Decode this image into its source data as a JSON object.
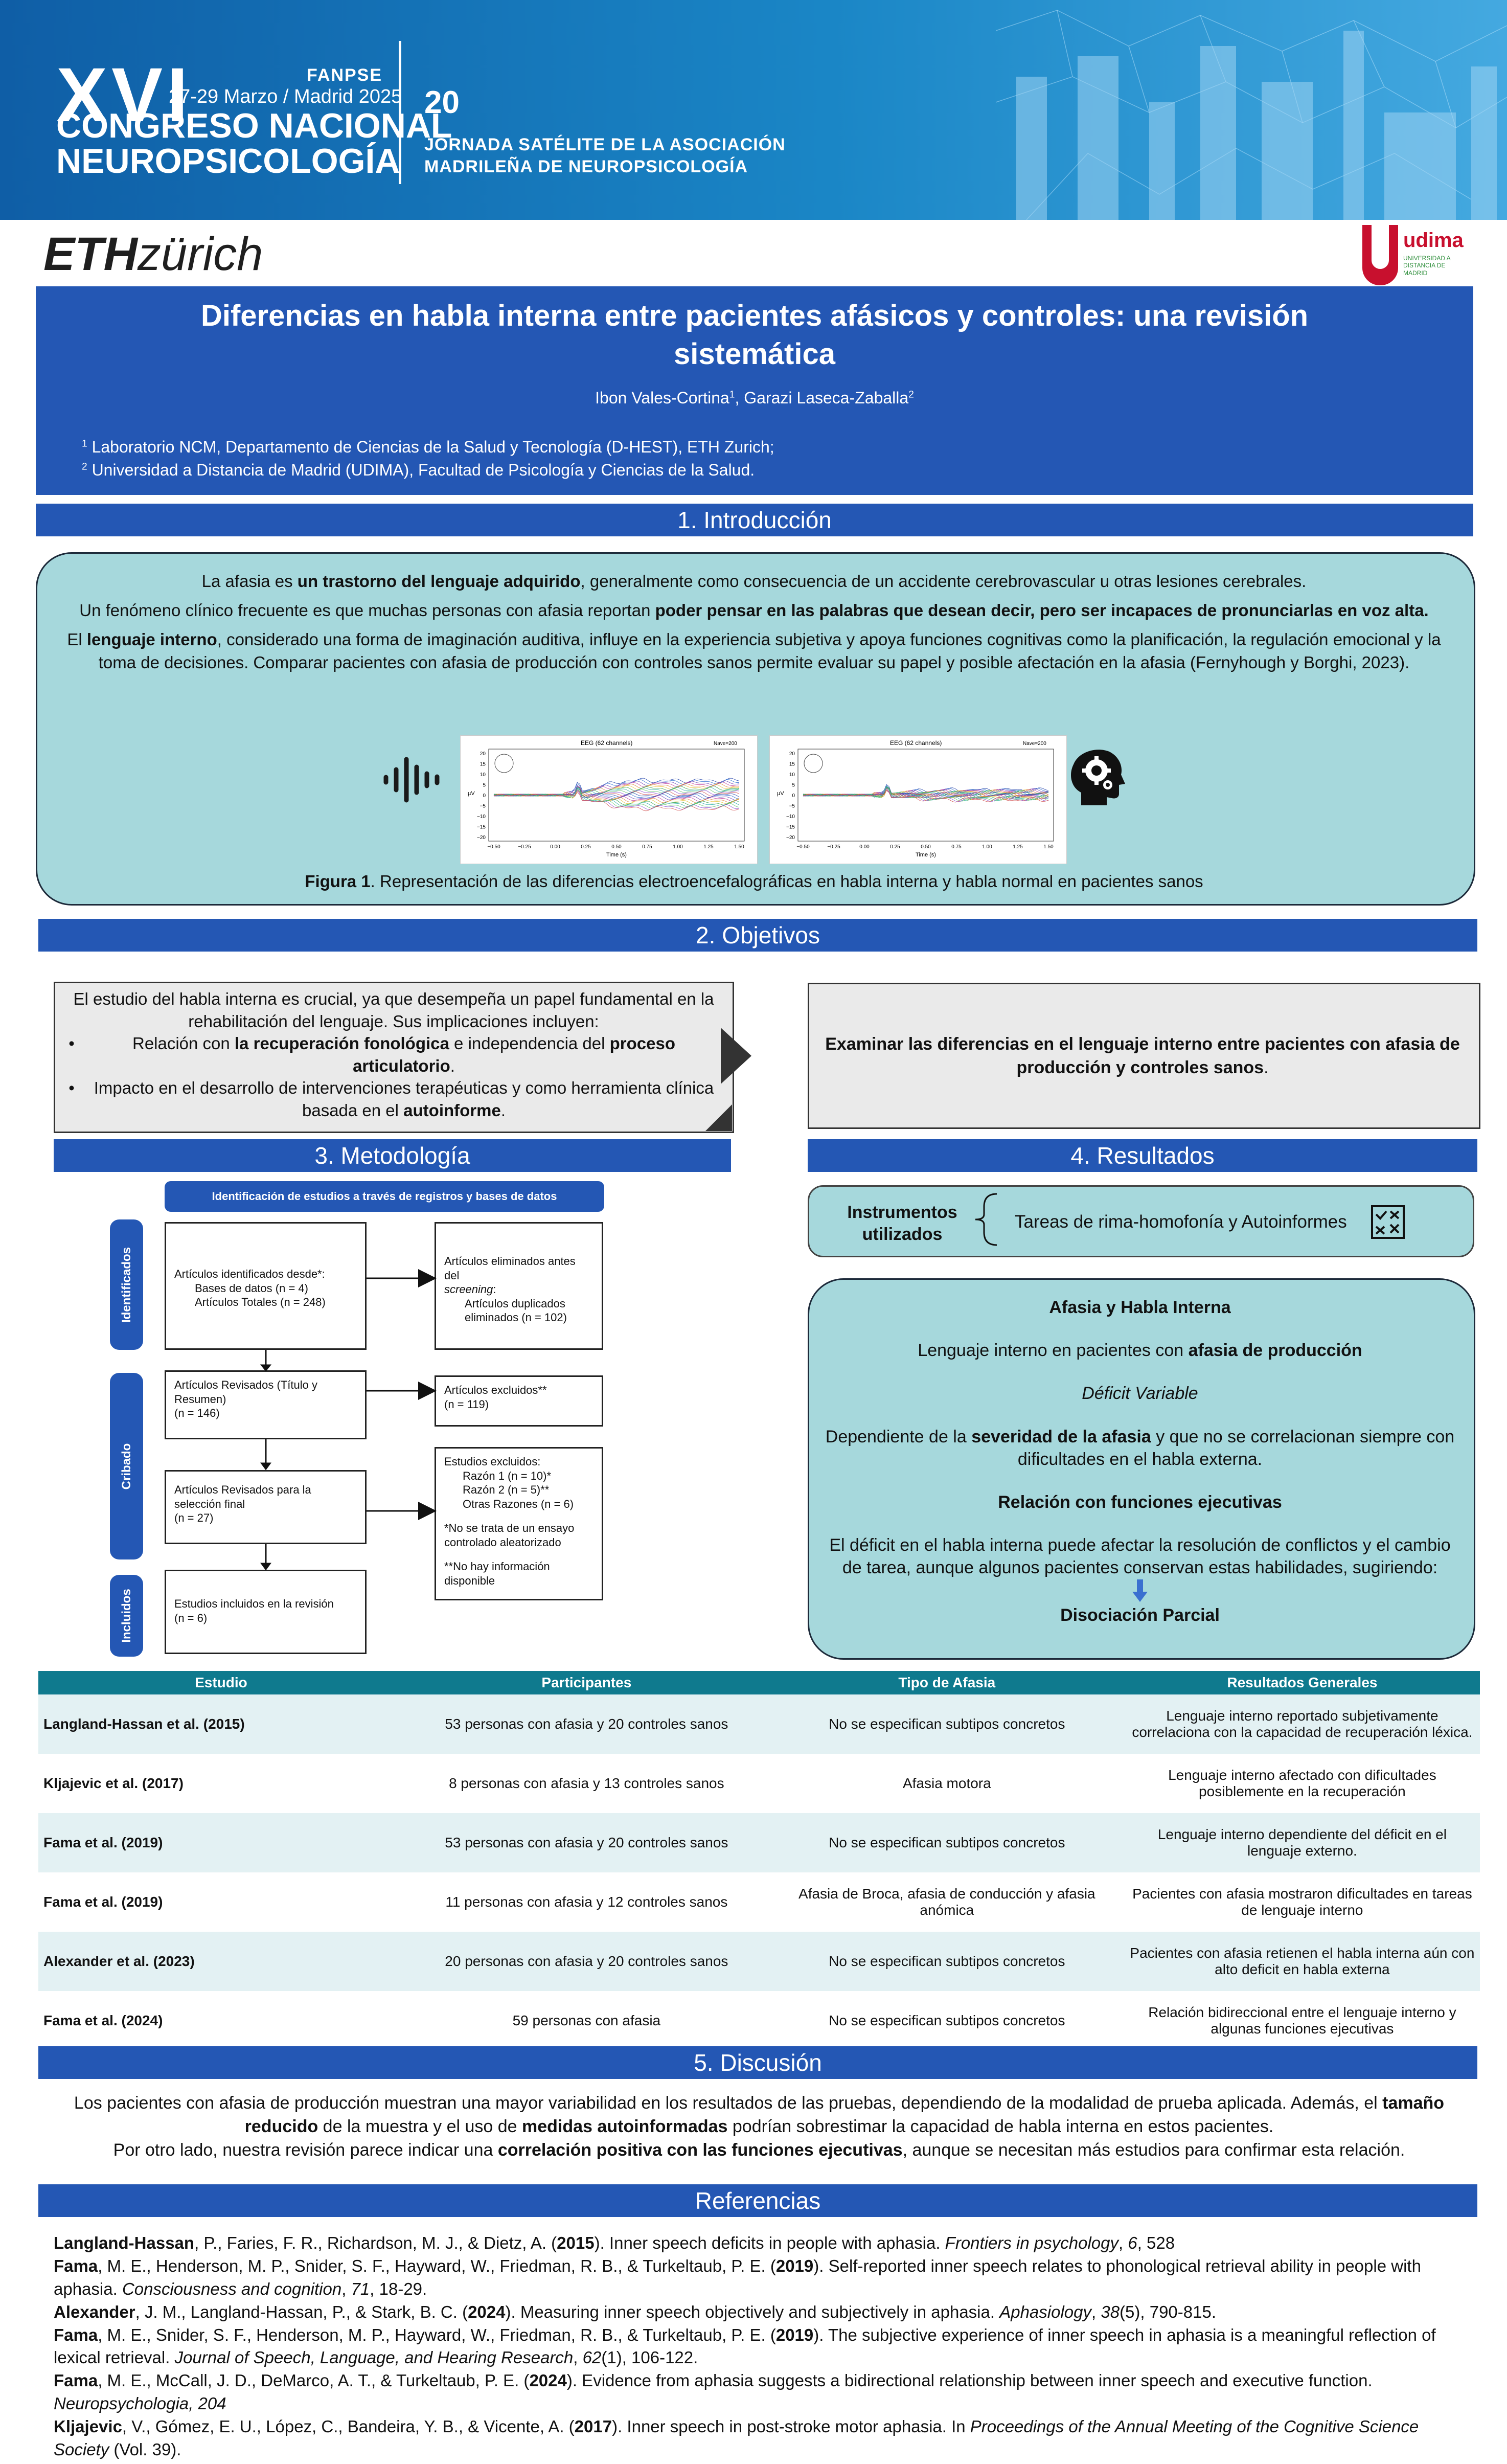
{
  "banner": {
    "edition": "XVI",
    "dates": "27-29 Marzo / Madrid 2025",
    "sponsor": "FANPSE",
    "congress": [
      "CONGRESO NACIONAL",
      "NEUROPSICOLOGÍA"
    ],
    "anniversary": "20",
    "jornada": [
      "JORNADA SATÉLITE DE LA ASOCIACIÓN",
      "MADRILEÑA DE NEUROPSICOLOGÍA"
    ]
  },
  "logos": {
    "eth_bold": "ETH",
    "eth_rest": "zürich",
    "udima": "udima",
    "udima_sub": "UNIVERSIDAD A DISTANCIA DE MADRID"
  },
  "title": {
    "line1": "Diferencias en habla interna entre pacientes afásicos y controles: una revisión",
    "line2": "sistemática",
    "author1": "Ibon Vales-Cortina",
    "author1_sup": "1",
    "sep": ", ",
    "author2": "Garazi Laseca-Zaballa",
    "author2_sup": "2",
    "aff1_sup": "1",
    "aff1": " Laboratorio NCM, Departamento de Ciencias de la Salud y Tecnología (D-HEST), ETH Zurich;",
    "aff2_sup": "2",
    "aff2": " Universidad a Distancia de Madrid (UDIMA), Facultad de Psicología y Ciencias de la Salud."
  },
  "intro": {
    "header": "1.   Introducción",
    "p1a": "La afasia es ",
    "p1b": "un trastorno del lenguaje adquirido",
    "p1c": ", generalmente como consecuencia de un accidente cerebrovascular u otras lesiones cerebrales.",
    "p2a": "Un fenómeno clínico frecuente es que muchas personas con afasia reportan ",
    "p2b": "poder pensar en las palabras que desean decir, pero ser incapaces de pronunciarlas en voz alta.",
    "p3a": "El ",
    "p3b": "lenguaje interno",
    "p3c": ", considerado una forma de imaginación auditiva, influye en la experiencia subjetiva y apoya funciones cognitivas como la planificación, la regulación emocional y la toma de decisiones. Comparar pacientes con afasia de producción con controles sanos permite evaluar su papel y posible afectación en la afasia (Fernyhough y Borghi, 2023).",
    "eeg_title": "EEG (62 channels)",
    "eeg_n": "N",
    "eeg_n_sub": "ave",
    "eeg_n_val": "=200",
    "eeg_xlabel": "Time (s)",
    "eeg_ylabel": "µV",
    "eeg_yticks": [
      "20",
      "15",
      "10",
      "5",
      "0",
      "−5",
      "−10",
      "−15",
      "−20"
    ],
    "eeg_xticks": [
      "−0.50",
      "−0.25",
      "0.00",
      "0.25",
      "0.50",
      "0.75",
      "1.00",
      "1.25",
      "1.50"
    ],
    "fig_label": "Figura 1",
    "fig_caption": ". Representación de las diferencias electroencefalográficas en habla interna y habla normal en pacientes sanos",
    "icon_waveform": "waveform-icon",
    "icon_head": "head-gears-icon"
  },
  "objectives": {
    "header": "2.   Objetivos",
    "left_intro": "El estudio del habla interna es crucial, ya que desempeña un papel fundamental en la rehabilitación del lenguaje. Sus implicaciones incluyen:",
    "b1a": "Relación con ",
    "b1b": "la recuperación fonológica",
    "b1c": " e independencia del ",
    "b1d": "proceso articulatorio",
    "b1e": ".",
    "b2a": "Impacto en el desarrollo de intervenciones terapéuticas y como herramienta clínica basada en el ",
    "b2b": "autoinforme",
    "b2c": ".",
    "right_bold": "Examinar las diferencias en el lenguaje interno entre pacientes con afasia de producción y controles sanos",
    "right_end": "."
  },
  "methodology": {
    "header": "3.   Metodología",
    "top_label": "Identificación de estudios a través de registros y bases de datos",
    "side1": "Identificados",
    "side2": "Cribado",
    "side3": "Incluidos",
    "b1": [
      "Artículos identificados desde*:",
      "Bases de datos (n = 4)",
      "Artículos Totales (n = 248)"
    ],
    "b2_l1": "Artículos eliminados antes del",
    "b2_l2": "screening",
    "b2_l2b": ":",
    "b2_l3": "Artículos duplicados",
    "b2_l4": "eliminados (n = 102)",
    "b3": [
      "Artículos Revisados (Título y",
      "Resumen)",
      "(n = 146)"
    ],
    "b4": [
      "Artículos excluidos**",
      "(n = 119)"
    ],
    "b5": [
      "Artículos Revisados para la",
      "selección final",
      "(n = 27)"
    ],
    "b6": [
      "Estudios excluidos:",
      "Razón 1 (n = 10)*",
      "Razón 2 (n = 5)**",
      "Otras Razones (n = 6)",
      "*No se trata de un ensayo",
      "controlado aleatorizado",
      "**No hay información disponible"
    ],
    "b7": [
      "Estudios incluidos en la revisión",
      "(n = 6)"
    ]
  },
  "results": {
    "header": "4.   Resultados",
    "instr_label": "Instrumentos utilizados",
    "instr_value": "Tareas de rima-homofonía y Autoinformes",
    "icon_instr": "checklist-icon",
    "s1": "Afasia y Habla Interna",
    "s2a": "Lenguaje interno en pacientes con ",
    "s2b": "afasia de producción",
    "s3": "Déficit Variable",
    "s4a": "Dependiente de la ",
    "s4b": "severidad de la afasia",
    "s4c": " y que no se correlacionan siempre con dificultades en el habla externa.",
    "s5": "Relación con funciones ejecutivas",
    "s6": "El déficit en el habla interna puede afectar la resolución de conflictos y el cambio de tarea, aunque algunos pacientes conservan estas habilidades, sugiriendo:",
    "s7": "Disociación Parcial",
    "icon_arrow": "arrow-down-icon"
  },
  "table": {
    "columns": [
      "Estudio",
      "Participantes",
      "Tipo de Afasia",
      "Resultados Generales"
    ],
    "rows": [
      [
        "Langland-Hassan et al. (2015)",
        "53 personas con afasia y 20 controles sanos",
        "No se especifican subtipos concretos",
        "Lenguaje interno reportado subjetivamente correlaciona con la capacidad de recuperación léxica."
      ],
      [
        "Kljajevic et al. (2017)",
        "8 personas con afasia y 13 controles sanos",
        "Afasia motora",
        "Lenguaje interno afectado con dificultades posiblemente en la recuperación"
      ],
      [
        "Fama et al. (2019)",
        "53 personas con afasia y 20 controles sanos",
        "No se especifican subtipos concretos",
        "Lenguaje interno dependiente del déficit en el lenguaje externo."
      ],
      [
        "Fama et al. (2019)",
        "11 personas con afasia y 12 controles  sanos",
        "Afasia de Broca, afasia de conducción y afasia anómica",
        "Pacientes con afasia mostraron dificultades en tareas de lenguaje interno"
      ],
      [
        "Alexander et al. (2023)",
        "20 personas con afasia y 20 controles sanos",
        "No se especifican subtipos concretos",
        "Pacientes con afasia retienen el habla interna aún con alto deficit en habla externa"
      ],
      [
        "Fama et al. (2024)",
        "59 personas con afasia",
        "No se especifican subtipos concretos",
        "Relación bidireccional entre el lenguaje interno y algunas funciones ejecutivas"
      ]
    ]
  },
  "discussion": {
    "header": "5.   Discusión",
    "l1": "Los pacientes con afasia de producción muestran una mayor variabilidad en los resultados de las pruebas, dependiendo de la modalidad de prueba aplicada. Además, el ",
    "l1b": "tamaño reducido",
    "l1c": " de la muestra y el uso de ",
    "l1d": "medidas autoinformadas",
    "l1e": " podrían sobrestimar la capacidad de habla interna en estos pacientes.",
    "l2a": "Por otro lado, nuestra revisión parece indicar una ",
    "l2b": "correlación positiva con las funciones ejecutivas",
    "l2c": ", aunque se necesitan más estudios para confirmar esta relación."
  },
  "references": {
    "header": "Referencias",
    "items": [
      {
        "a": "Langland-Hassan",
        "b": ", P., Faries, F. R., Richardson, M. J., & Dietz, A. (",
        "y": "2015",
        "c": "). Inner speech deficits in people with aphasia. ",
        "j": "Frontiers in psychology",
        "d": ", ",
        "v": "6",
        "e": ", 528"
      },
      {
        "a": "Fama",
        "b": ", M. E., Henderson, M. P., Snider, S. F., Hayward, W., Friedman, R. B., & Turkeltaub, P. E. (",
        "y": "2019",
        "c": "). Self-reported inner speech relates to phonological retrieval ability in people with aphasia. ",
        "j": "Consciousness and cognition",
        "d": ", ",
        "v": "71",
        "e": ", 18-29."
      },
      {
        "a": "Alexander",
        "b": ", J. M., Langland-Hassan, P., & Stark, B. C. (",
        "y": "2024",
        "c": "). Measuring inner speech objectively and subjectively in aphasia. ",
        "j": "Aphasiology",
        "d": ", ",
        "v": "38",
        "e": "(5), 790-815."
      },
      {
        "a": "Fama",
        "b": ", M. E., Snider, S. F., Henderson, M. P., Hayward, W., Friedman, R. B., & Turkeltaub, P. E. (",
        "y": "2019",
        "c": "). The subjective experience of inner speech in aphasia is a meaningful reflection of lexical retrieval. ",
        "j": "Journal of Speech, Language, and Hearing Research",
        "d": ", ",
        "v": "62",
        "e": "(1), 106-122."
      },
      {
        "a": "Fama",
        "b": ", M. E., McCall, J. D., DeMarco, A. T., & Turkeltaub, P. E. (",
        "y": "2024",
        "c": "). Evidence from aphasia suggests a bidirectional relationship between inner speech and executive function. ",
        "j": "Neuropsychologia, 204",
        "d": "",
        "v": "",
        "e": ""
      },
      {
        "a": "Kljajevic",
        "b": ", V., Gómez, E. U., López, C., Bandeira, Y. B., & Vicente, A. (",
        "y": "2017",
        "c": "). Inner speech in post-stroke motor aphasia. In ",
        "j": "Proceedings of the Annual Meeting of the Cognitive Science Society",
        "d": " (Vol. 39).",
        "v": "",
        "e": ""
      }
    ]
  }
}
